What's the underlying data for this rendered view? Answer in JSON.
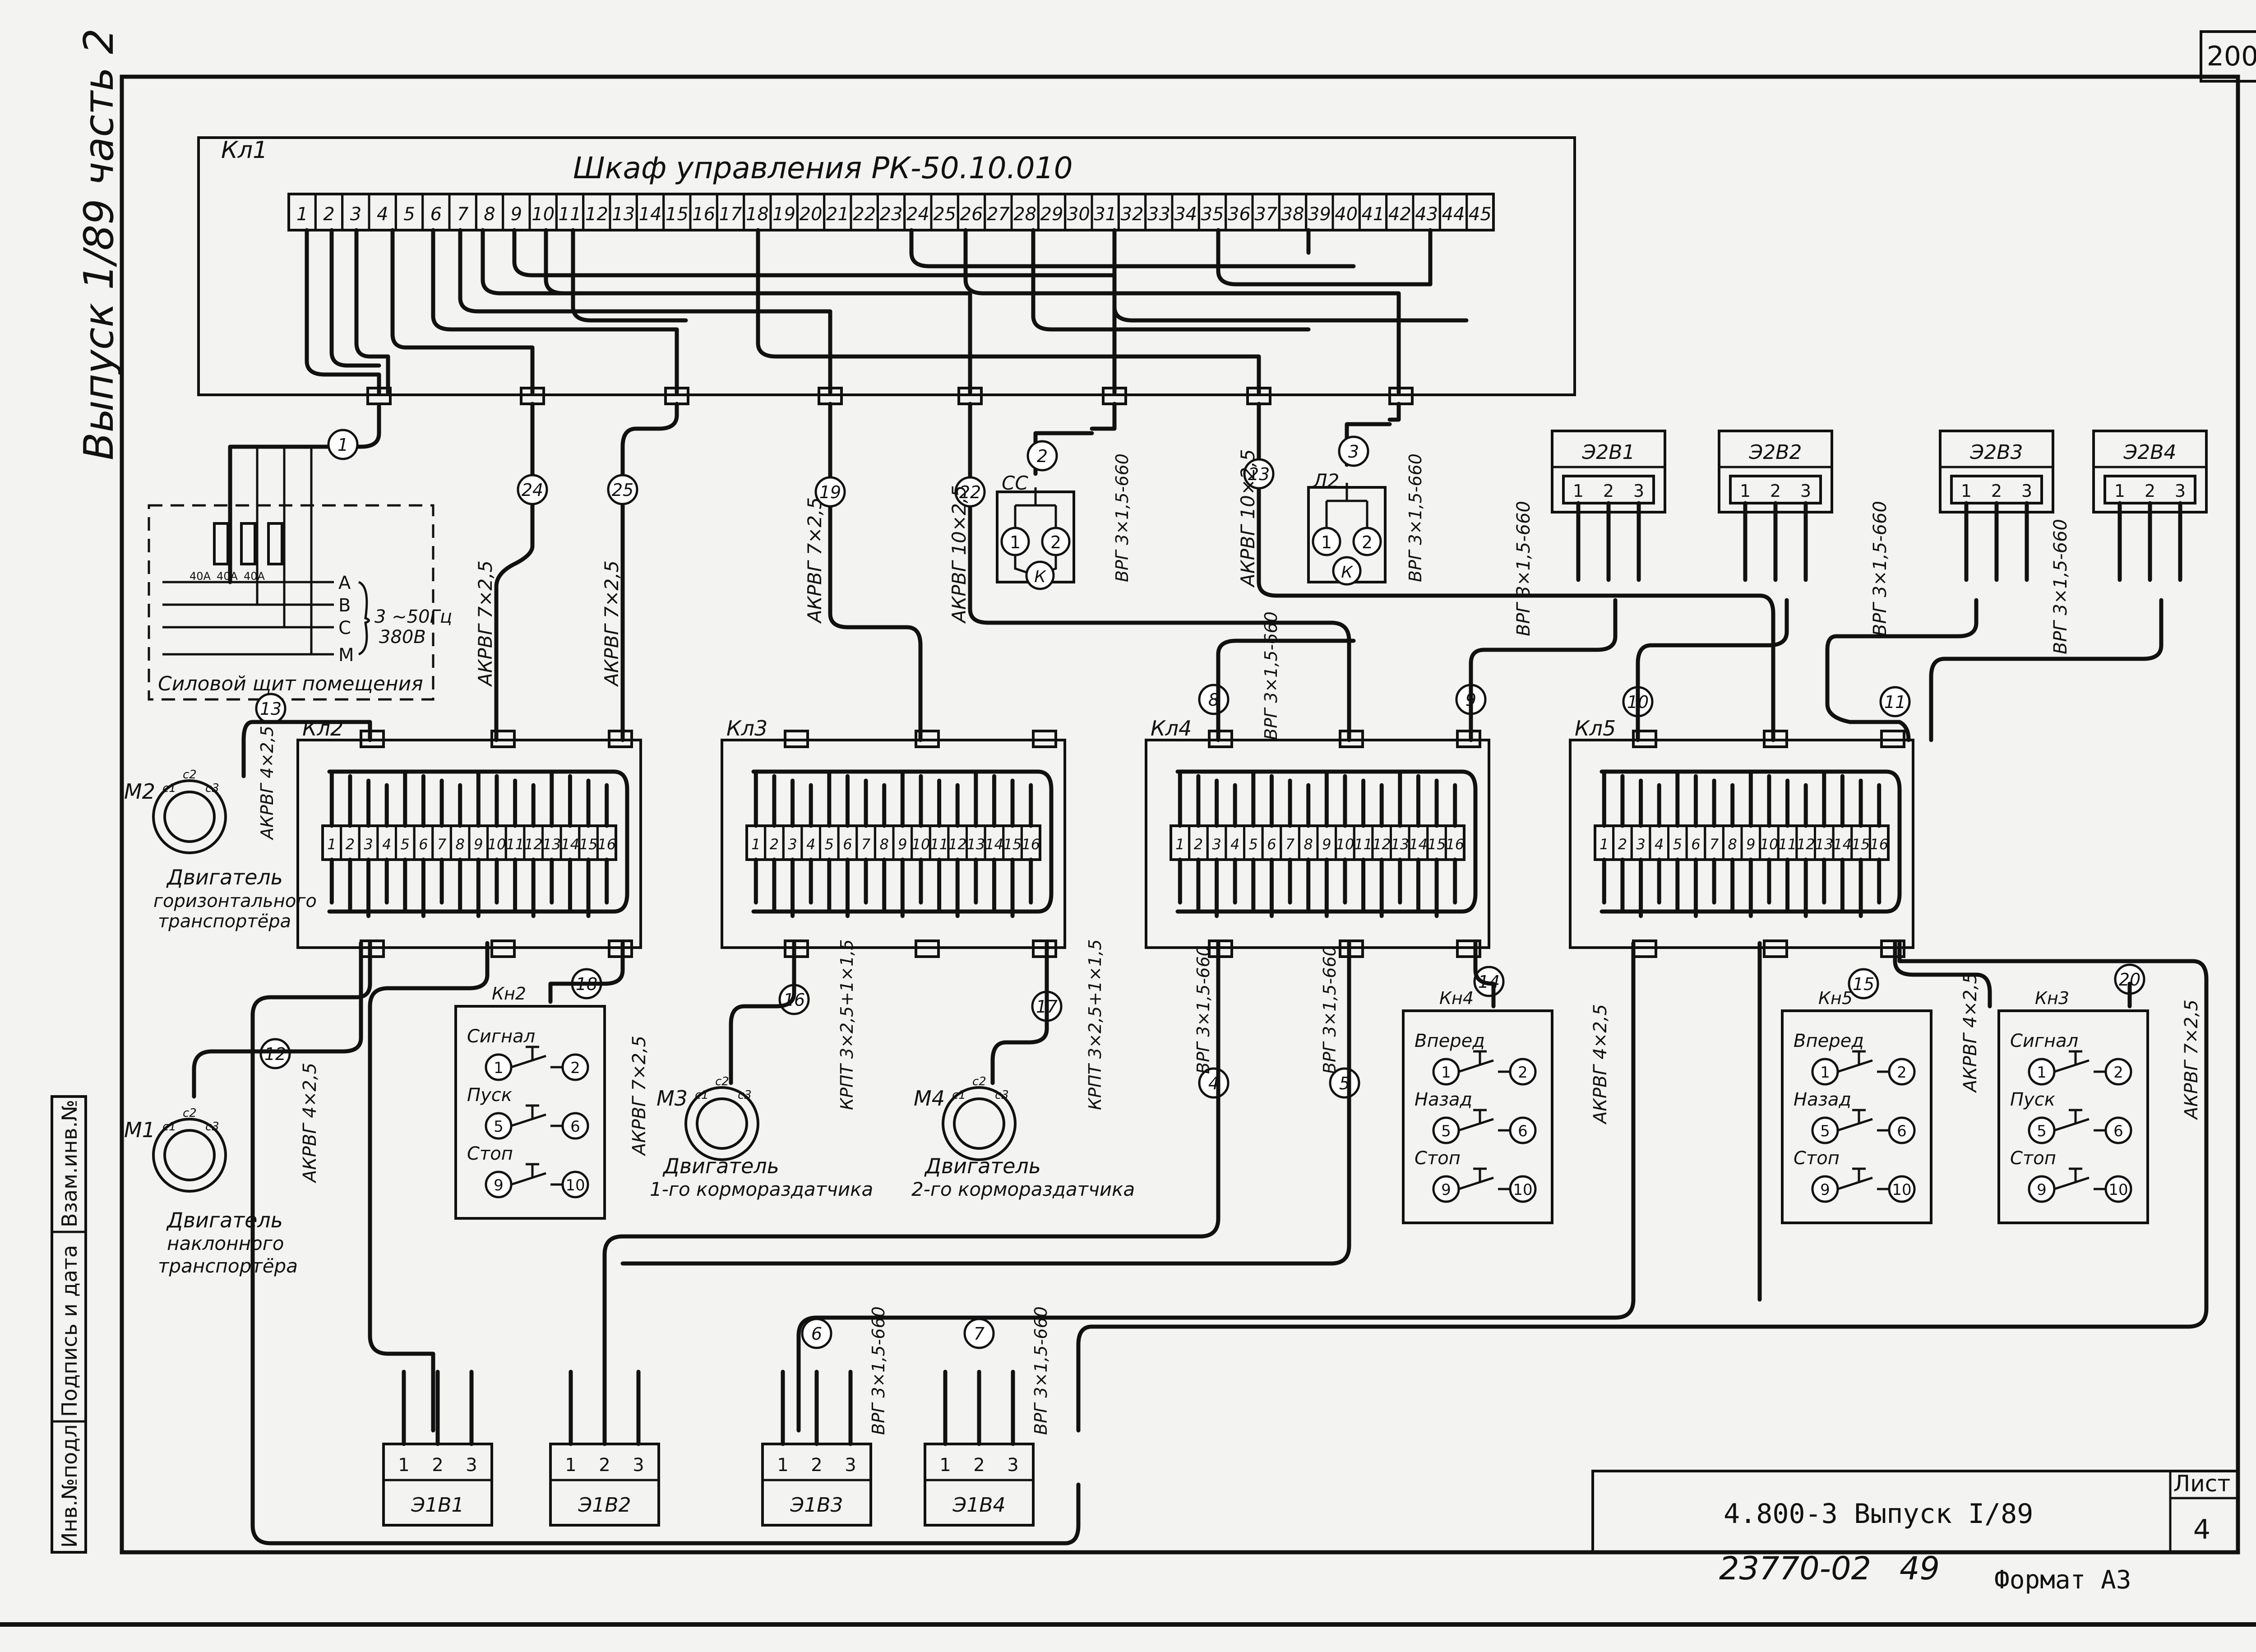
{
  "sheet": {
    "page_number": "200",
    "sheet_label": "Лист",
    "sheet_no": "4",
    "doc_title": "4.800-3 Выпуск I/89",
    "archive_no": "23770-02",
    "archive_no2": "49",
    "format": "Формат А3",
    "vertical_title": "Выпуск 1/89   часть 2"
  },
  "stamp_column": [
    "Взам.инв.№",
    "Подпись и дата",
    "Инв.№подл"
  ],
  "cabinet": {
    "id": "Кл1",
    "title": "Шкаф управления РК-50.10.010",
    "terminals": [
      "1",
      "2",
      "3",
      "4",
      "5",
      "6",
      "7",
      "8",
      "9",
      "10",
      "11",
      "12",
      "13",
      "14",
      "15",
      "16",
      "17",
      "18",
      "19",
      "20",
      "21",
      "22",
      "23",
      "24",
      "25",
      "26",
      "27",
      "28",
      "29",
      "30",
      "31",
      "32",
      "33",
      "34",
      "35",
      "36",
      "37",
      "38",
      "39",
      "40",
      "41",
      "42",
      "43",
      "44",
      "45"
    ]
  },
  "panel": {
    "title": "Силовой щит помещения",
    "fuses": [
      "40А",
      "40А",
      "40А"
    ],
    "phases": [
      "А",
      "В",
      "С",
      "М"
    ],
    "supply_1": "3 ~50Гц",
    "supply_2": "380В"
  },
  "boxes": [
    {
      "id": "Кл2",
      "terminals": [
        "1",
        "2",
        "3",
        "4",
        "5",
        "6",
        "7",
        "8",
        "9",
        "10",
        "11",
        "12",
        "13",
        "14",
        "15",
        "16"
      ]
    },
    {
      "id": "Кл3",
      "terminals": [
        "1",
        "2",
        "3",
        "4",
        "5",
        "6",
        "7",
        "8",
        "9",
        "10",
        "11",
        "12",
        "13",
        "14",
        "15",
        "16"
      ]
    },
    {
      "id": "Кл4",
      "terminals": [
        "1",
        "2",
        "3",
        "4",
        "5",
        "6",
        "7",
        "8",
        "9",
        "10",
        "11",
        "12",
        "13",
        "14",
        "15",
        "16"
      ]
    },
    {
      "id": "Кл5",
      "terminals": [
        "1",
        "2",
        "3",
        "4",
        "5",
        "6",
        "7",
        "8",
        "9",
        "10",
        "11",
        "12",
        "13",
        "14",
        "15",
        "16"
      ]
    }
  ],
  "cables": {
    "c1": "1",
    "c24": "24",
    "c25": "25",
    "c19": "19",
    "c22": "22",
    "c2": "2",
    "c23": "23",
    "c3": "3",
    "c13": "13",
    "c12": "12",
    "c18": "18",
    "c16": "16",
    "c17": "17",
    "c8": "8",
    "c9": "9",
    "c10": "10",
    "c11": "11",
    "c14": "14",
    "c15": "15",
    "c20": "20",
    "c4": "4",
    "c5": "5",
    "c6": "6",
    "c7": "7"
  },
  "cable_types": {
    "akrvg7": "АКРВГ 7×2,5",
    "akrvg7b": "АКРВГ 7×2,5",
    "akrvg7c": "АКРВГ 7×2,5",
    "akrvg10": "АКРВГ 10×2,5",
    "akrvg10b": "АКРВГ 10×2,5",
    "akrvg4": "АКРВГ 4×2,5",
    "vrg3": "ВРГ 3×1,5-660",
    "kr1": "КРПТ 3×2,5+1×1,5",
    "kr2": "КРПТ 3×2,5+1×1,5"
  },
  "signals": {
    "cc": "СС",
    "l2": "Л2",
    "k": "К",
    "one": "1",
    "two": "2"
  },
  "heaters_top": [
    {
      "id": "Э2В1",
      "t": [
        "1",
        "2",
        "3"
      ]
    },
    {
      "id": "Э2В2",
      "t": [
        "1",
        "2",
        "3"
      ]
    },
    {
      "id": "Э2В3",
      "t": [
        "1",
        "2",
        "3"
      ]
    },
    {
      "id": "Э2В4",
      "t": [
        "1",
        "2",
        "3"
      ]
    }
  ],
  "heaters_bottom": [
    {
      "id": "Э1В1",
      "t": [
        "1",
        "2",
        "3"
      ]
    },
    {
      "id": "Э1В2",
      "t": [
        "1",
        "2",
        "3"
      ]
    },
    {
      "id": "Э1В3",
      "t": [
        "1",
        "2",
        "3"
      ]
    },
    {
      "id": "Э1В4",
      "t": [
        "1",
        "2",
        "3"
      ]
    }
  ],
  "motors": {
    "m1_id": "М1",
    "m1_l1": "Двигатель",
    "m1_l2": "наклонного",
    "m1_l3": "транспортёра",
    "m2_id": "М2",
    "m2_l1": "Двигатель",
    "m2_l2": "горизонтального",
    "m2_l3": "транспортёра",
    "m3_id": "М3",
    "m3_l1": "Двигатель",
    "m3_l2": "1-го кормораздатчика",
    "m4_id": "М4",
    "m4_l1": "Двигатель",
    "m4_l2": "2-го кормораздатчика",
    "c1": "с1",
    "c2": "с2",
    "c3": "с3"
  },
  "stations": [
    {
      "id": "Кн2",
      "b1": "Сигнал",
      "b2": "Пуск",
      "b3": "Стоп",
      "p": [
        "1",
        "2",
        "5",
        "6",
        "9",
        "10"
      ]
    },
    {
      "id": "Кн4",
      "b1": "Вперед",
      "b2": "Назад",
      "b3": "Стоп",
      "p": [
        "1",
        "2",
        "5",
        "6",
        "9",
        "10"
      ]
    },
    {
      "id": "Кн5",
      "b1": "Вперед",
      "b2": "Назад",
      "b3": "Стоп",
      "p": [
        "1",
        "2",
        "5",
        "6",
        "9",
        "10"
      ]
    },
    {
      "id": "Кн3",
      "b1": "Сигнал",
      "b2": "Пуск",
      "b3": "Стоп",
      "p": [
        "1",
        "2",
        "5",
        "6",
        "9",
        "10"
      ]
    }
  ]
}
